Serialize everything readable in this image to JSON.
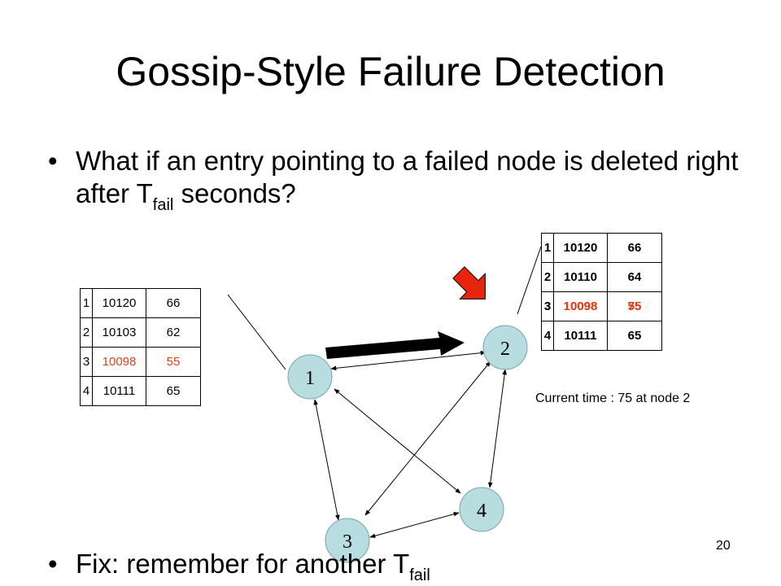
{
  "slide": {
    "title": "Gossip-Style Failure Detection",
    "bullet1": {
      "text_before": "What if an entry pointing to a failed node is deleted right after T",
      "sub": "fail",
      "text_after": " seconds?"
    },
    "bullet2": {
      "text": "Fix: remember for another T",
      "sub": "fail"
    },
    "bullet_char": "•",
    "page_number": "20",
    "time_note": "Current time : 75 at node 2"
  },
  "colors": {
    "node_fill": "#b7dde0",
    "stale_text": "#e0401a",
    "arrow_fill": "#e8250c"
  },
  "nodes": [
    {
      "id": "1",
      "label": "1"
    },
    {
      "id": "2",
      "label": "2"
    },
    {
      "id": "3",
      "label": "3"
    },
    {
      "id": "4",
      "label": "4"
    }
  ],
  "table_left": {
    "rows": [
      [
        "1",
        "10120",
        "66"
      ],
      [
        "2",
        "10103",
        "62"
      ],
      [
        "3",
        "10098",
        "55"
      ],
      [
        "4",
        "10111",
        "65"
      ]
    ]
  },
  "table_right": {
    "rows": [
      [
        "1",
        "10120",
        "66"
      ],
      [
        "2",
        "10110",
        "64"
      ],
      [
        "3",
        "10098",
        "75"
      ],
      [
        "4",
        "10111",
        "65"
      ]
    ],
    "overlay_row": [
      "3",
      "10098",
      "55"
    ]
  }
}
